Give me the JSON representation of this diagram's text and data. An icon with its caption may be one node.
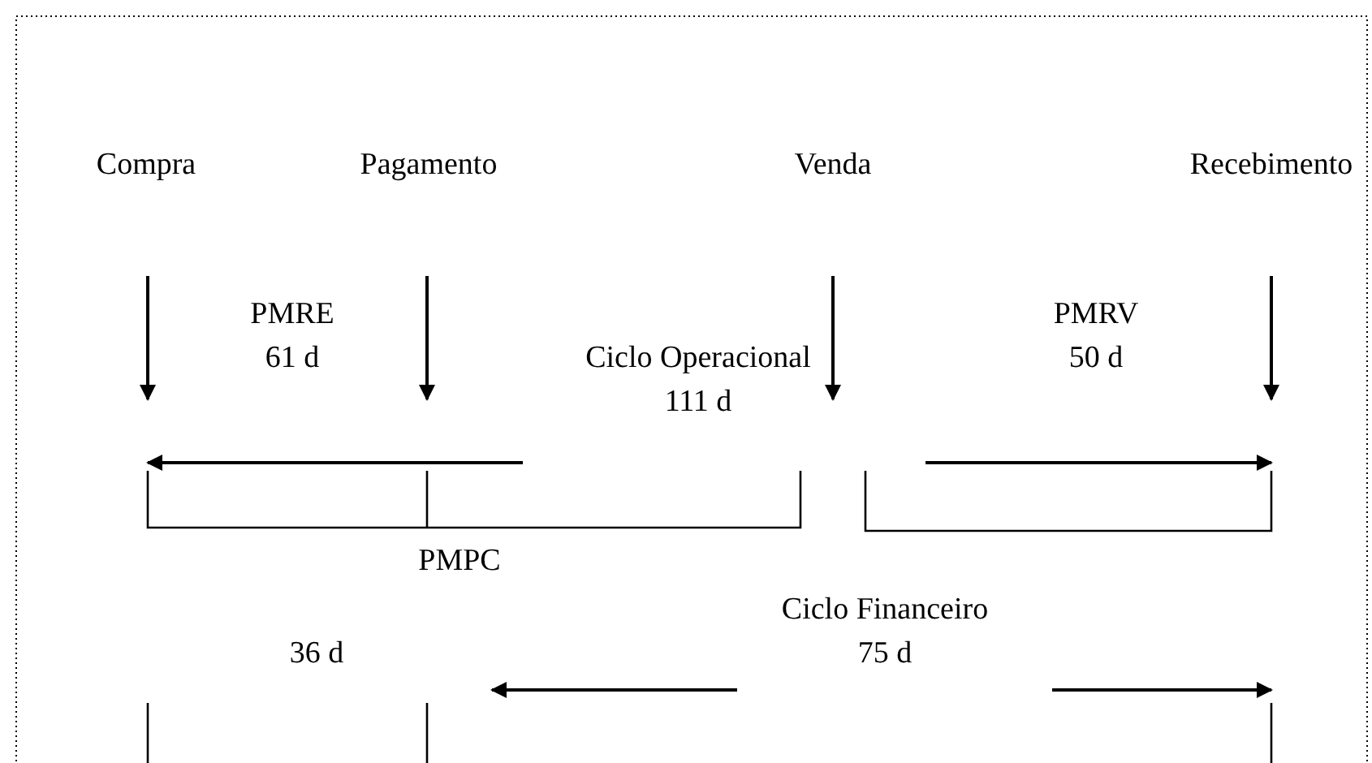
{
  "diagram": {
    "labels": [
      "Compra",
      "Pagamento",
      "Venda",
      "Recebimento",
      "PMRE 61 d",
      "Ciclo Operacional 111 d",
      "PMRV 50 d",
      "PMPC",
      "Ciclo Financeiro 75 d",
      "36 d"
    ]
  }
}
